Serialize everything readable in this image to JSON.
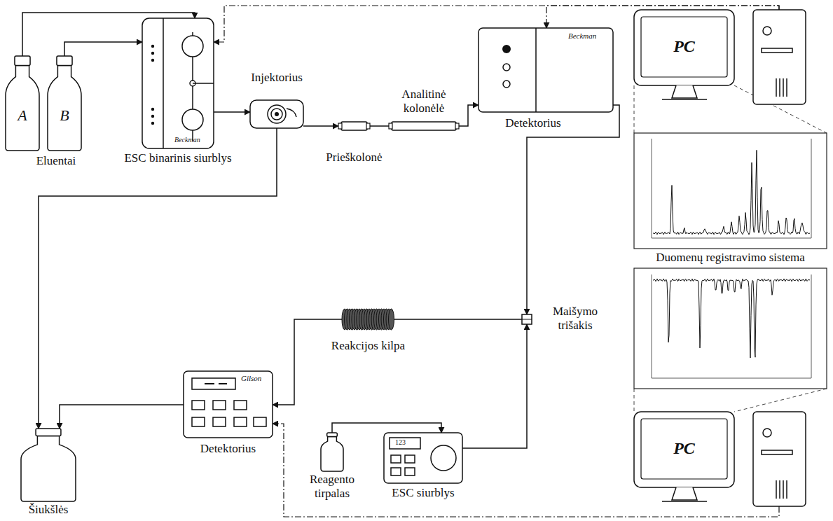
{
  "diagram": {
    "nodes": [
      {
        "text": [
          "A"
        ]
      },
      {
        "text": [
          "B"
        ]
      },
      {
        "text": [
          "Beckman",
          "ESC binarinis siurblys"
        ]
      },
      {
        "text": [
          "Injektorius"
        ]
      },
      {
        "text": [
          "Prieškolonė"
        ]
      },
      {
        "text": [
          "Analitinė kolonėlė"
        ]
      },
      {
        "text": [
          "Beckman",
          "Detektorius"
        ]
      },
      {
        "text": [
          "PC"
        ]
      },
      {
        "text": [
          "Maišymo trišakis"
        ]
      },
      {
        "text": [
          "Reakcijos kilpa"
        ]
      },
      {
        "text": [
          "Gilson",
          "Detektorius"
        ]
      },
      {
        "text": [
          "Šiukšlės"
        ]
      },
      {
        "text": [
          "Reagento tirpalas"
        ]
      },
      {
        "text": [
          "123",
          "ESC siurblys"
        ]
      },
      {
        "text": [
          "PC"
        ]
      }
    ],
    "edges": [
      {
        "from": 0,
        "to": 2,
        "arrow": "to"
      },
      {
        "from": 1,
        "to": 2,
        "arrow": "to"
      },
      {
        "from": 2,
        "to": 3,
        "arrow": "to"
      },
      {
        "from": 3,
        "to": 4,
        "arrow": "to"
      },
      {
        "from": 4,
        "to": 5,
        "arrow": "none"
      },
      {
        "from": 5,
        "to": 6,
        "arrow": "to"
      },
      {
        "from": 6,
        "to": 8,
        "arrow": "to"
      },
      {
        "from": 8,
        "to": 9,
        "arrow": "none"
      },
      {
        "from": 9,
        "to": 10,
        "arrow": "to"
      },
      {
        "from": 10,
        "to": 11,
        "arrow": "to"
      },
      {
        "from": 3,
        "to": 11,
        "arrow": "to"
      },
      {
        "from": 12,
        "to": 13,
        "arrow": "to"
      },
      {
        "from": 13,
        "to": 8,
        "arrow": "to"
      },
      {
        "from": 7,
        "to": 2,
        "arrow": "to"
      },
      {
        "from": 7,
        "to": 6,
        "arrow": "to"
      },
      {
        "from": 14,
        "to": 10,
        "arrow": "to"
      }
    ],
    "labels": [
      "Eluentai",
      "Duomenų registravimo sistema"
    ]
  }
}
